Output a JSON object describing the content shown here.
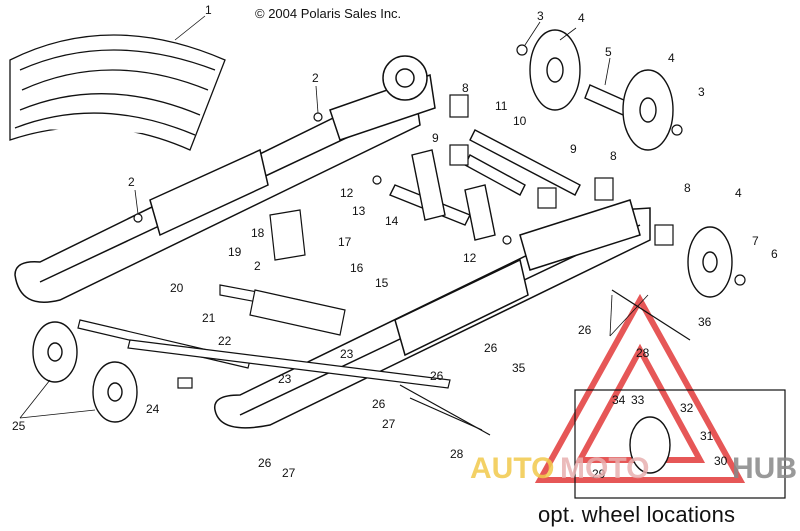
{
  "header": {
    "copyright": "© 2004 Polaris Sales Inc."
  },
  "footer": {
    "caption": "opt. wheel locations"
  },
  "watermark": {
    "part1": "AUTO",
    "part2": "MOTO",
    "part3": "HUB",
    "colors": {
      "auto": "#f2c94c",
      "moto": "#e8b0b0",
      "hub": "#888888",
      "triangle": "#e23a3a"
    }
  },
  "callouts": [
    "1",
    "2",
    "3",
    "4",
    "5",
    "4",
    "3",
    "8",
    "11",
    "10",
    "9",
    "9",
    "8",
    "8",
    "4",
    "7",
    "6",
    "12",
    "13",
    "14",
    "18",
    "17",
    "16",
    "12",
    "2",
    "2",
    "19",
    "20",
    "15",
    "21",
    "22",
    "23",
    "23",
    "26",
    "36",
    "28",
    "26",
    "35",
    "26",
    "26",
    "27",
    "26",
    "27",
    "25",
    "24",
    "28",
    "34",
    "33",
    "32",
    "31",
    "29",
    "30"
  ]
}
